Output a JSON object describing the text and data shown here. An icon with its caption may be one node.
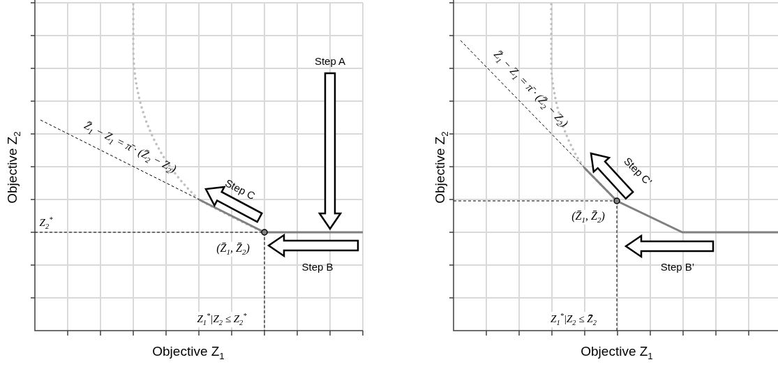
{
  "diagram": {
    "labels": [
      "Step A",
      "Z̄$_{1}$ − Z$_{1}$ = π̄ · (Z̄$_{2}$ − Z$_{2}$)",
      "Step C",
      "Z$_{2}$$^{*}$",
      "(Z̄$_{1}$, Z̄$_{2}$)",
      "Step B",
      "Z$_{1}$$^{*}$|Z$_{2}$ ≤ Z$_{2}$$^{*}$",
      "Objective Z$_{2}$",
      "Objective Z$_{1}$",
      "Z̄$_{1}$ − Z$_{1}$ = π̄ · (Z̄$_{2}$ − Z$_{2}$)",
      "Step C’",
      "(Z̄$_{1}$, Z̄$_{2}$)",
      "Step B’",
      "Z$_{1}$$^{*}$|Z$_{2}$ ≤ Z̄$_{2}$",
      "Objective Z$_{2}$",
      "Objective Z$_{1}$"
    ]
  }
}
